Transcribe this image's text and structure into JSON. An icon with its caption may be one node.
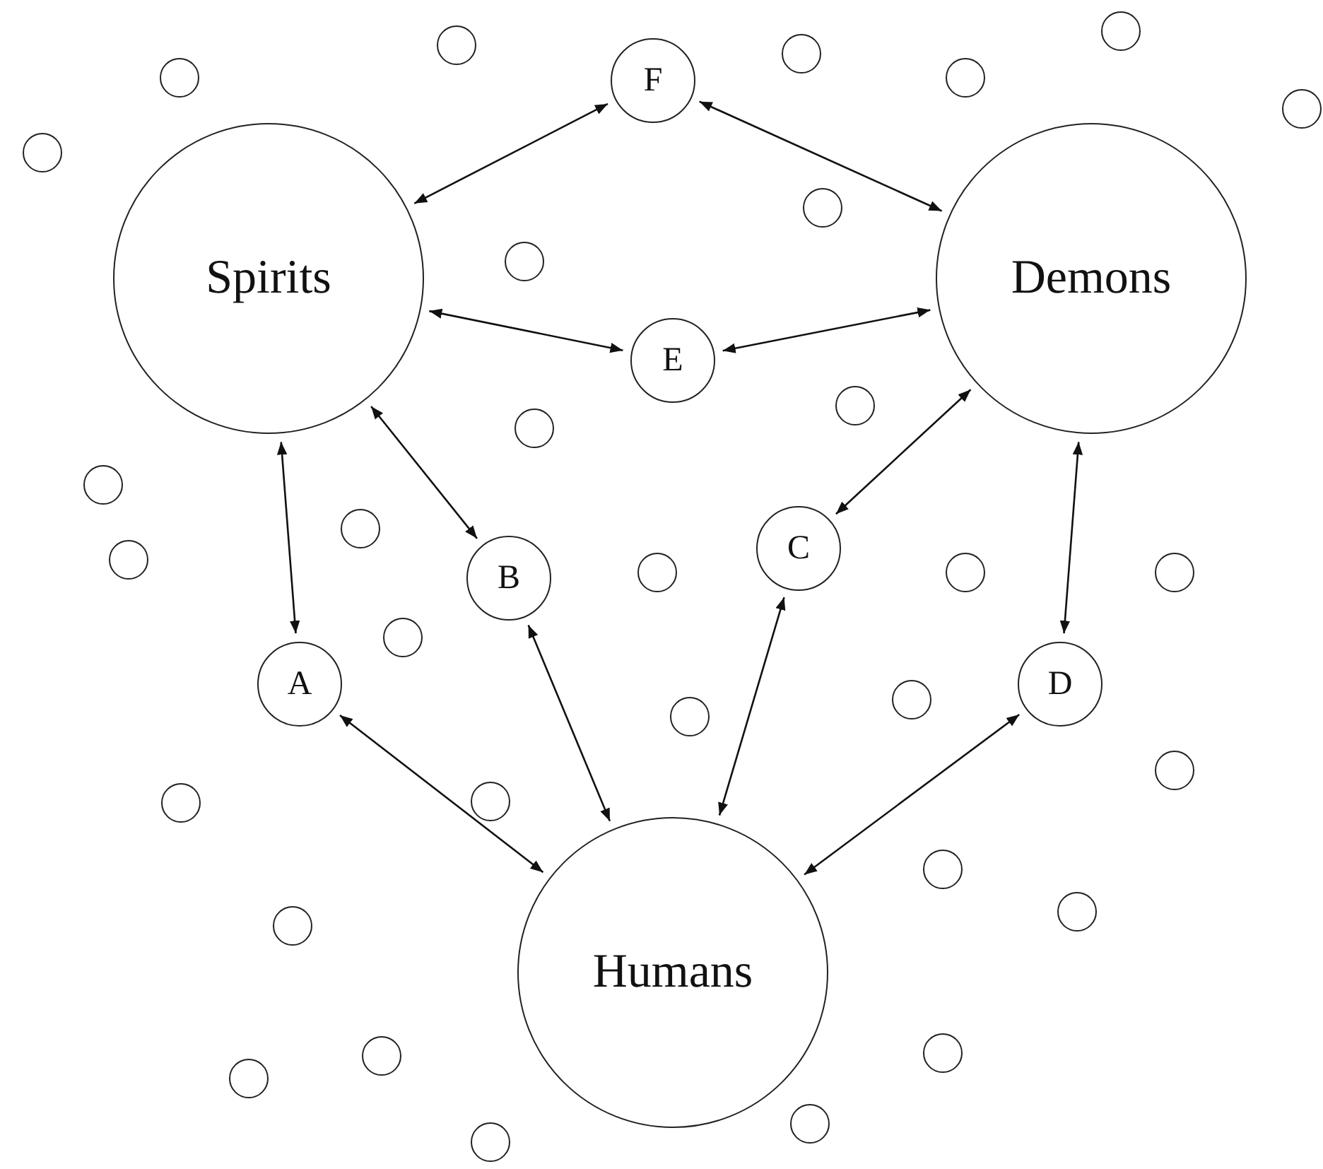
{
  "diagram": {
    "nodes": [
      {
        "text": [
          "F"
        ]
      },
      {
        "text": [
          "Spirits"
        ]
      },
      {
        "text": [
          "Demons"
        ]
      },
      {
        "text": [
          "E"
        ]
      },
      {
        "text": [
          "C"
        ]
      },
      {
        "text": [
          "B"
        ]
      },
      {
        "text": [
          "A"
        ]
      },
      {
        "text": [
          "D"
        ]
      },
      {
        "text": [
          "Humans"
        ]
      },
      {
        "text": [],
        "shape": "circle"
      },
      {
        "text": [],
        "shape": "circle"
      },
      {
        "text": [],
        "shape": "circle"
      },
      {
        "text": [],
        "shape": "circle"
      },
      {
        "text": [],
        "shape": "circle"
      },
      {
        "text": [],
        "shape": "circle"
      },
      {
        "text": [],
        "shape": "circle"
      },
      {
        "text": [],
        "shape": "circle"
      },
      {
        "text": [],
        "shape": "circle"
      },
      {
        "text": [],
        "shape": "circle"
      },
      {
        "text": [],
        "shape": "circle"
      },
      {
        "text": [],
        "shape": "circle"
      },
      {
        "text": [],
        "shape": "circle"
      },
      {
        "text": [],
        "shape": "circle"
      },
      {
        "text": [],
        "shape": "circle"
      },
      {
        "text": [],
        "shape": "circle"
      },
      {
        "text": [],
        "shape": "circle"
      },
      {
        "text": [],
        "shape": "circle"
      },
      {
        "text": [],
        "shape": "circle"
      },
      {
        "text": [],
        "shape": "circle"
      },
      {
        "text": [],
        "shape": "circle"
      },
      {
        "text": [],
        "shape": "circle"
      },
      {
        "text": [],
        "shape": "circle"
      },
      {
        "text": [],
        "shape": "circle"
      },
      {
        "text": [],
        "shape": "circle"
      },
      {
        "text": [],
        "shape": "circle"
      },
      {
        "text": [],
        "shape": "circle"
      },
      {
        "text": [],
        "shape": "circle"
      },
      {
        "text": [],
        "shape": "circle"
      },
      {
        "text": [],
        "shape": "circle"
      },
      {
        "text": [],
        "shape": "circle"
      }
    ],
    "edges": [
      {
        "from": 1,
        "to": 0,
        "arrow": "both"
      },
      {
        "from": 0,
        "to": 2,
        "arrow": "both"
      },
      {
        "from": 1,
        "to": 3,
        "arrow": "both"
      },
      {
        "from": 3,
        "to": 2,
        "arrow": "both"
      },
      {
        "from": 1,
        "to": 6,
        "arrow": "both"
      },
      {
        "from": 1,
        "to": 5,
        "arrow": "both"
      },
      {
        "from": 2,
        "to": 4,
        "arrow": "both"
      },
      {
        "from": 2,
        "to": 7,
        "arrow": "both"
      },
      {
        "from": 6,
        "to": 8,
        "arrow": "both"
      },
      {
        "from": 5,
        "to": 8,
        "arrow": "both"
      },
      {
        "from": 4,
        "to": 8,
        "arrow": "both"
      },
      {
        "from": 7,
        "to": 8,
        "arrow": "both"
      }
    ]
  }
}
